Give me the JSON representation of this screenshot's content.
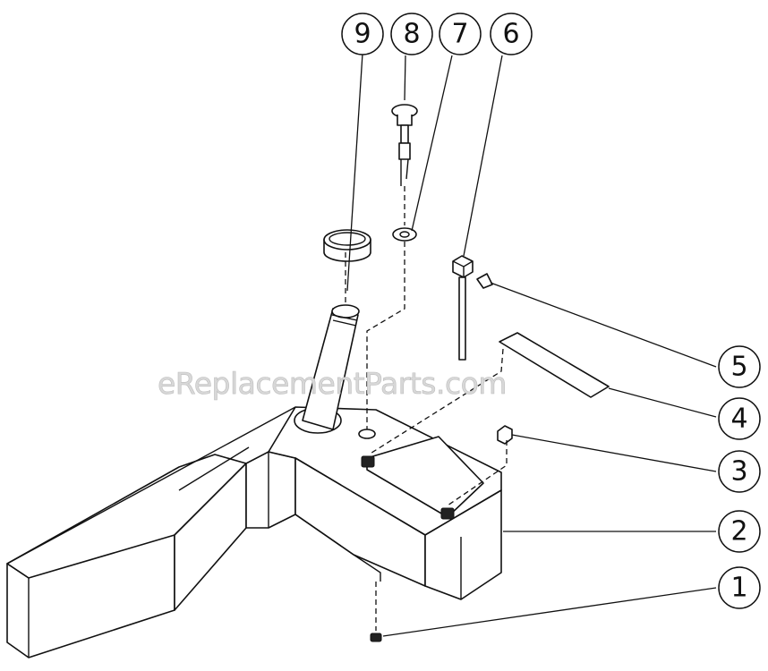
{
  "watermark": "eReplacementParts.com",
  "callouts": [
    {
      "label": "1",
      "part": "bottom-bolt"
    },
    {
      "label": "2",
      "part": "base"
    },
    {
      "label": "3",
      "part": "nut"
    },
    {
      "label": "4",
      "part": "label-plate"
    },
    {
      "label": "5",
      "part": "set-screw"
    },
    {
      "label": "6",
      "part": "drain-rod"
    },
    {
      "label": "7",
      "part": "washer"
    },
    {
      "label": "8",
      "part": "dipstick"
    },
    {
      "label": "9",
      "part": "filler-cap"
    }
  ]
}
